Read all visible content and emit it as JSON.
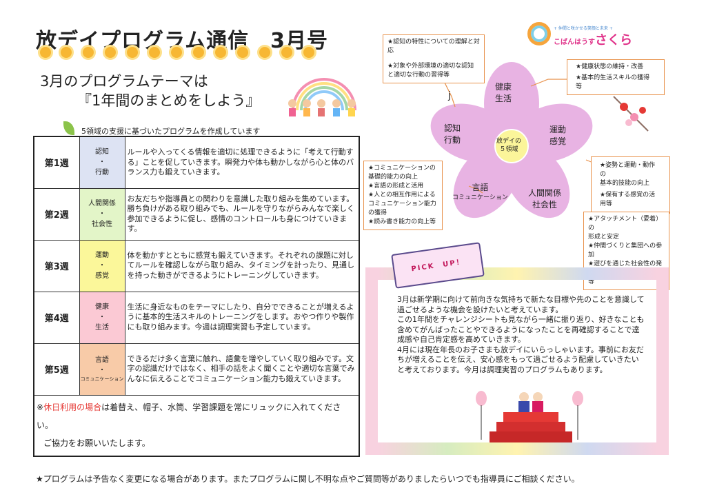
{
  "title": "放デイプログラム通信　3月号",
  "theme_line1": "3月のプログラムテーマは",
  "theme_line2": "『1年間のまとめをしよう』",
  "basis": "5領域の支援に基づいたプログラムを作成しています",
  "weeks": [
    {
      "week": "第1週",
      "domain_top": "認知",
      "sep": "・",
      "domain_bottom": "行動",
      "color": "#dde3f3",
      "desc": "ルールや入ってくる情報を適切に処理できるように「考えて行動する」ことを促していきます。瞬発力や体も動かしながら心と体のバランス力も鍛えていきます。"
    },
    {
      "week": "第2週",
      "domain_top": "人間関係",
      "sep": "・",
      "domain_bottom": "社会性",
      "color": "#e3f5c8",
      "desc": "お友だちや指導員との関わりを意識した取り組みを集めています。勝ち負けがある取り組みでも、ルールを守りながらみんなで楽しく参加できるように促し、感情のコントロールも身につけていきます。"
    },
    {
      "week": "第3週",
      "domain_top": "運動",
      "sep": "・",
      "domain_bottom": "感覚",
      "color": "#fbf79a",
      "desc": "体を動かすとともに感覚も鍛えていきます。それぞれの課題に対してルールを確認しながら取り組み、タイミングを計ったり、見通しを持った動きができるようにトレーニングしていきます。"
    },
    {
      "week": "第4週",
      "domain_top": "健康",
      "sep": "・",
      "domain_bottom": "生活",
      "color": "#fbc9d4",
      "desc": "生活に身近なものをテーマにしたり、自分でできることが増えるように基本的生活スキルのトレーニングをします。おやつ作りや製作にも取り組みます。今週は調理実習も予定しています。"
    },
    {
      "week": "第5週",
      "domain_top": "言語",
      "sep": "・",
      "domain_bottom": "コミュニケーション",
      "color": "#f8cba8",
      "desc": "できるだけ多く言葉に触れ、語彙を増やしていく取り組みです。文字の認識だけではなく、相手の話をよく聞くことや適切な言葉でみんなに伝えることでコミュニケーション能力も鍛えていきます。"
    }
  ],
  "note": {
    "red": "休日利用の場合",
    "prefix": "※",
    "rest": "は着替え、帽子、水筒、学習課題を常にリュックに入れてください。",
    "line2": "ご協力をお願いいたします。"
  },
  "footer": "★プログラムは予告なく変更になる場合があります。またプログラムに関し不明な点やご質問等がありましたらいつでも指導員にご相談ください。",
  "logo": {
    "tagline": "+ 仲間と咲かせる笑顔と未来 +",
    "name_prefix": "こばんはうす",
    "name_main": "さくら"
  },
  "flower": {
    "center1": "放デイの",
    "center2": "５領域",
    "stray": "j",
    "petals": {
      "health": [
        "健康",
        "生活"
      ],
      "motor": [
        "運動",
        "感覚"
      ],
      "social": [
        "人間関係",
        "社会性"
      ],
      "language": [
        "言語",
        "コミュニケーション"
      ],
      "cognition": [
        "認知",
        "行動"
      ]
    },
    "boxes": {
      "cognition": [
        "★認知の特性についての理解と対応",
        "★対象や外部環境の適切な認知",
        "と適切な行動の習得等"
      ],
      "health": [
        "★健康状態の維持・改善",
        "★基本的生活スキルの獲得等"
      ],
      "motor": [
        "★姿勢と運動・動作の",
        "基本的技能の向上",
        "★保有する感覚の活用等"
      ],
      "language": [
        "★コミュニケーションの",
        "基礎的能力の向上",
        "★言語の形成と活用",
        "★人との相互作用による",
        "コミュニケーション能力",
        "の獲得",
        "★読み書き能力の向上等"
      ],
      "social": [
        "★アタッチメント（愛着）の",
        "形成と安定",
        "★仲間づくりと集団への参加",
        "★遊びを通じた社会性の発達",
        "等"
      ]
    }
  },
  "pickup": {
    "label": "PICK　UP！",
    "text": "3月は新学期に向けて前向きな気持ちで新たな目標や先のことを意識して過ごせるような機会を設けたいと考えています。\nこの1年間をチャレンジシートも見ながら一緒に振り返り、好きなことも含めてがんばったことやできるようになったことを再確認することで達成感や自己肯定感を高めていきます。\n4月には現在年長のお子さまも放デイにいらっしゃいます。事前にお友だちが増えることを伝え、安心感をもって過ごせるよう配慮していきたいと考えております。今月は調理実習のプログラムもあります。"
  }
}
